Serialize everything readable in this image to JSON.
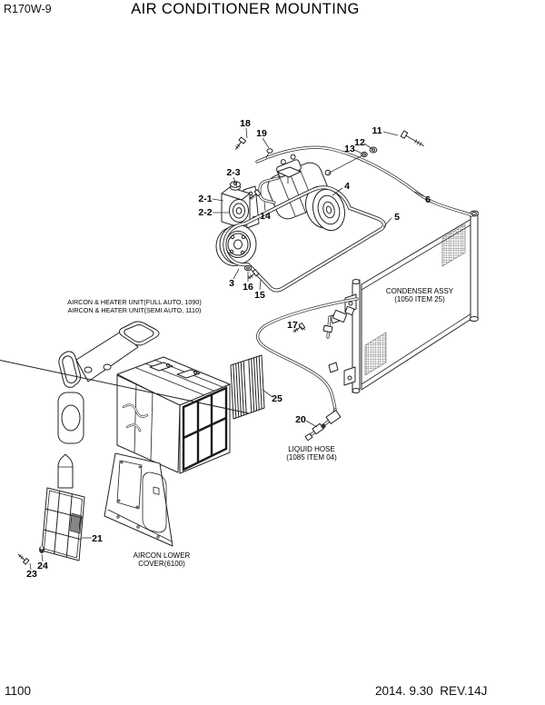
{
  "page": {
    "model": "R170W-9",
    "title": "AIR CONDITIONER MOUNTING",
    "page_number": "1100",
    "revision": "2014. 9.30  REV.14J"
  },
  "diagram": {
    "part_labels": {
      "heater_unit_line1": "AIRCON & HEATER UNIT(FULL AUTO, 1090)",
      "heater_unit_line2": "AIRCON & HEATER UNIT(SEMI AUTO, 1110)",
      "condenser_line1": "CONDENSER ASSY",
      "condenser_line2": "(1050 ITEM 25)",
      "liquid_hose_line1": "LIQUID HOSE",
      "liquid_hose_line2": "(1085 ITEM 04)",
      "lower_cover_line1": "AIRCON LOWER",
      "lower_cover_line2": "COVER(6100)"
    },
    "callouts": [
      {
        "label": "18"
      },
      {
        "label": "19"
      },
      {
        "label": "11"
      },
      {
        "label": "12"
      },
      {
        "label": "13"
      },
      {
        "label": "2-3"
      },
      {
        "label": "2-1"
      },
      {
        "label": "2-2"
      },
      {
        "label": "4"
      },
      {
        "label": "14"
      },
      {
        "label": "6"
      },
      {
        "label": "5"
      },
      {
        "label": "3"
      },
      {
        "label": "16"
      },
      {
        "label": "15"
      },
      {
        "label": "17"
      },
      {
        "label": "25"
      },
      {
        "label": "20"
      },
      {
        "label": "21"
      },
      {
        "label": "24"
      },
      {
        "label": "23"
      }
    ]
  }
}
